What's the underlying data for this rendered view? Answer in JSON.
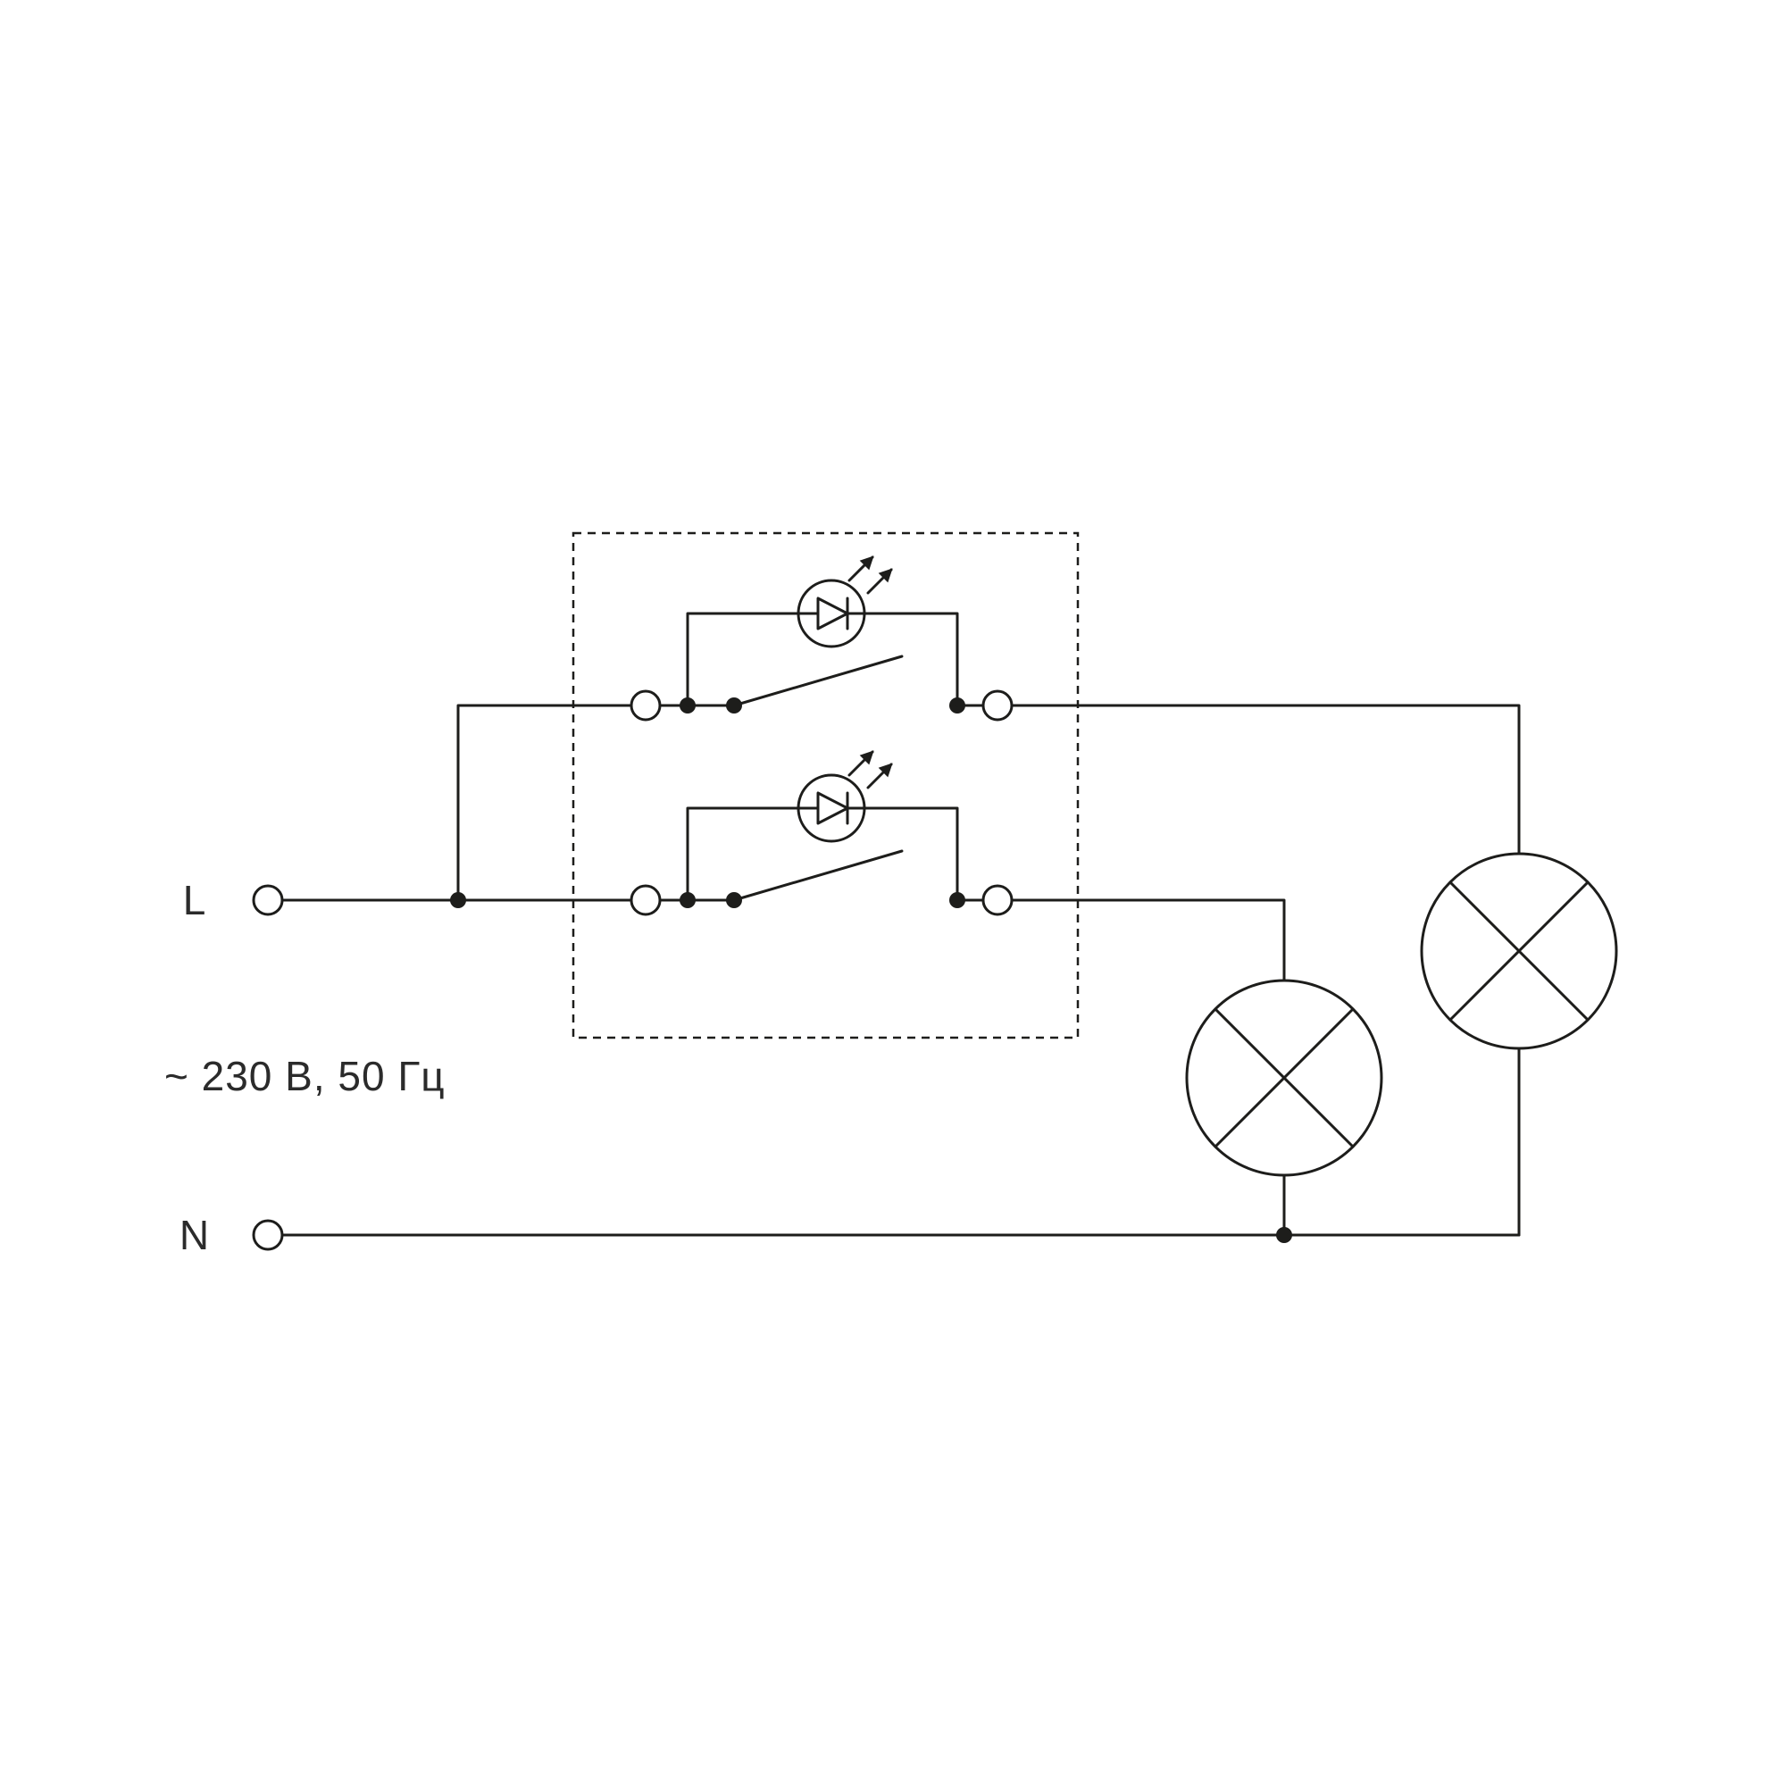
{
  "page": {
    "background": "#ffffff"
  },
  "diagram": {
    "kind": "electrical-wiring-diagram",
    "description": "Two-gang switch with LED indicators controlling two lamps from line L to neutral N",
    "stroke_color": "#1d1d1b",
    "labels": {
      "line": "L",
      "neutral": "N",
      "rating": "~ 230 В, 50 Гц"
    },
    "components": {
      "switch_unit": "two-gang illuminated switch (dashed enclosure)",
      "gang_1": "switch contact with LED indicator in parallel",
      "gang_2": "switch contact with LED indicator in parallel",
      "lamp_1": "lamp load (crossed circle)",
      "lamp_2": "lamp load (crossed circle)"
    }
  }
}
